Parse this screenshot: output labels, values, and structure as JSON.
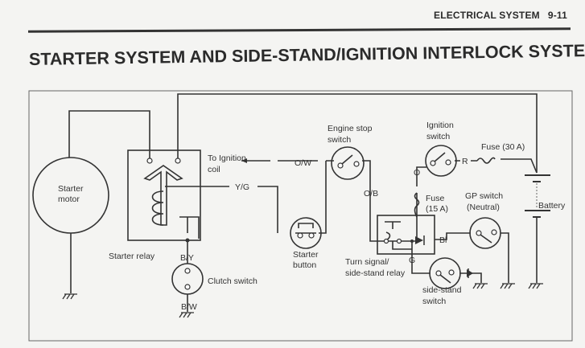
{
  "header": {
    "section": "ELECTRICAL SYSTEM",
    "page": "9-11"
  },
  "title": "STARTER SYSTEM AND SIDE-STAND/IGNITION INTERLOCK SYSTEM",
  "labels": {
    "starter_motor_1": "Starter",
    "starter_motor_2": "motor",
    "starter_relay": "Starter relay",
    "to_ignition_1": "To Ignition",
    "to_ignition_2": "coil",
    "ow": "O/W",
    "yg": "Y/G",
    "by": "B/Y",
    "bw": "B/W",
    "ob": "O/B",
    "o": "O",
    "r": "R",
    "bl": "Bl",
    "g": "G",
    "clutch_switch": "Clutch switch",
    "starter_button_1": "Starter",
    "starter_button_2": "button",
    "engine_stop_1": "Engine stop",
    "engine_stop_2": "switch",
    "ignition_1": "Ignition",
    "ignition_2": "switch",
    "fuse30": "Fuse (30 A)",
    "fuse15_1": "Fuse",
    "fuse15_2": "(15 A)",
    "gp_1": "GP switch",
    "gp_2": "(Neutral)",
    "battery": "Battery",
    "relay_1": "Turn signal/",
    "relay_2": "side-stand relay",
    "sidestand_1": "side-stand",
    "sidestand_2": "switch"
  }
}
